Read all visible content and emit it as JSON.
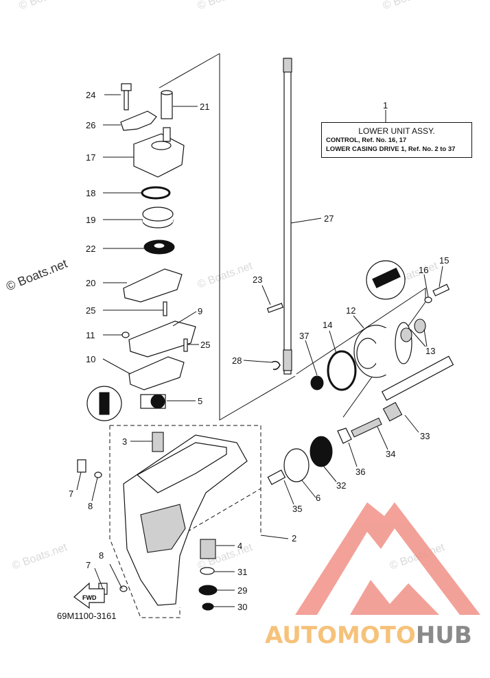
{
  "diagram": {
    "part_code": "69M1100-3161",
    "assembly_box": {
      "title": "LOWER UNIT ASSY.",
      "line1": "CONTROL,   Ref. No. 16, 17",
      "line2": "LOWER CASING DRIVE 1,   Ref. No. 2 to 37"
    },
    "callouts": [
      "1",
      "2",
      "3",
      "4",
      "5",
      "6",
      "7",
      "8",
      "9",
      "10",
      "11",
      "12",
      "13",
      "14",
      "15",
      "16",
      "17",
      "18",
      "19",
      "20",
      "21",
      "22",
      "23",
      "24",
      "25",
      "26",
      "27",
      "28",
      "29",
      "30",
      "31",
      "32",
      "33",
      "34",
      "35",
      "36",
      "37"
    ],
    "labels": {
      "n1": "1",
      "n2": "2",
      "n3": "3",
      "n4": "4",
      "n5": "5",
      "n6": "6",
      "n7a": "7",
      "n7b": "7",
      "n8a": "8",
      "n8b": "8",
      "n9": "9",
      "n10": "10",
      "n11": "11",
      "n12": "12",
      "n13": "13",
      "n14": "14",
      "n15": "15",
      "n16": "16",
      "n17": "17",
      "n18": "18",
      "n19": "19",
      "n20": "20",
      "n21": "21",
      "n22": "22",
      "n23": "23",
      "n24": "24",
      "n25a": "25",
      "n25b": "25",
      "n26": "26",
      "n27": "27",
      "n28": "28",
      "n29": "29",
      "n30": "30",
      "n31": "31",
      "n32": "32",
      "n33": "33",
      "n34": "34",
      "n35": "35",
      "n36": "36",
      "n37": "37"
    },
    "fwd_arrow_label": "FWD"
  },
  "watermarks": {
    "boats_main": "© Boats.net",
    "boats_faint": "© Boats.net"
  },
  "brand": {
    "part1": "AUTOMOTO",
    "part2": "HUB",
    "colors": {
      "logo": "#f08a80",
      "accent": "#f6c27a",
      "grey": "#8a8a8a"
    }
  }
}
